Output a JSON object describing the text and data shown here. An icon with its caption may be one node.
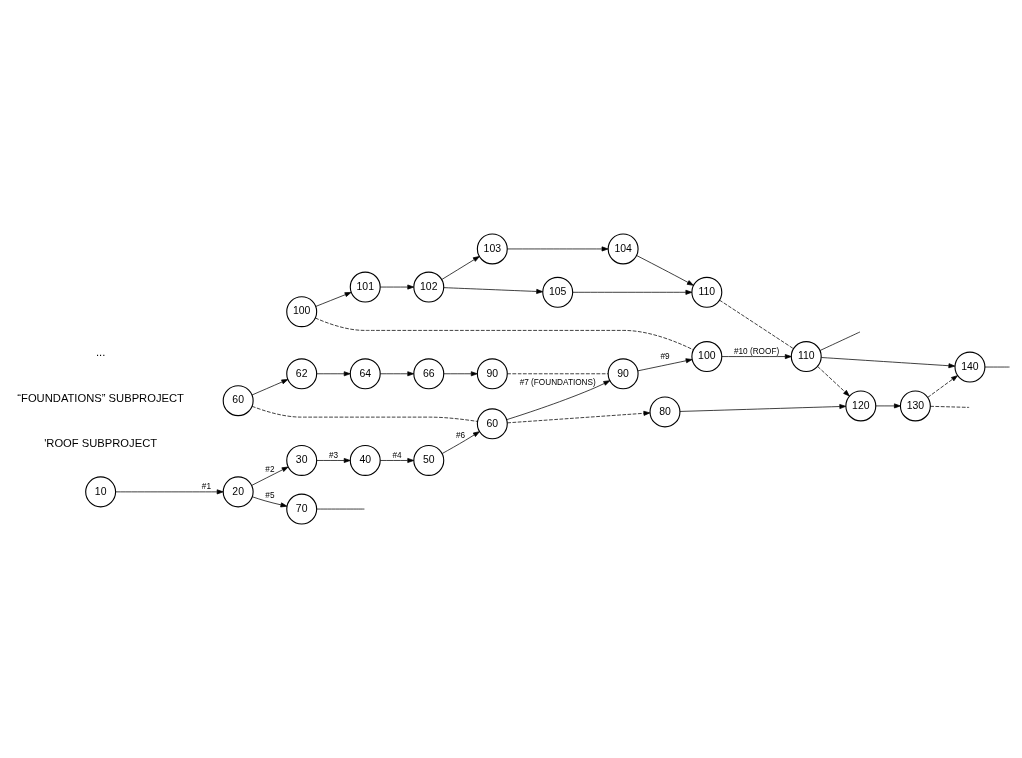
{
  "diagram": {
    "nodes": [
      {
        "text": [
          "100"
        ]
      },
      {
        "text": [
          "101"
        ]
      },
      {
        "text": [
          "102"
        ]
      },
      {
        "text": [
          "103"
        ]
      },
      {
        "text": [
          "104"
        ]
      },
      {
        "text": [
          "110"
        ]
      },
      {
        "text": [
          "105"
        ]
      },
      {
        "text": [
          "90"
        ]
      },
      {
        "text": [
          "66"
        ]
      },
      {
        "text": [
          "64"
        ]
      },
      {
        "text": [
          "62"
        ]
      },
      {
        "text": [
          "60"
        ]
      },
      {
        "text": [
          "100"
        ]
      },
      {
        "text": [
          "110"
        ]
      },
      {
        "text": [
          "140"
        ]
      },
      {
        "text": [
          "90"
        ]
      },
      {
        "text": [
          "10"
        ]
      },
      {
        "text": [
          "20"
        ]
      },
      {
        "text": [
          "30"
        ]
      },
      {
        "text": [
          "40"
        ]
      },
      {
        "text": [
          "50"
        ]
      },
      {
        "text": [
          "60"
        ]
      },
      {
        "text": [
          "80"
        ]
      },
      {
        "text": [
          "120"
        ]
      },
      {
        "text": [
          "130"
        ]
      },
      {
        "text": [
          "70"
        ]
      }
    ],
    "edges": [
      {
        "from": 0,
        "to": 1,
        "arrow": "to"
      },
      {
        "from": 1,
        "to": 2,
        "arrow": "to"
      },
      {
        "from": 2,
        "to": 3,
        "arrow": "to"
      },
      {
        "from": 3,
        "to": 4,
        "arrow": "to"
      },
      {
        "from": 4,
        "to": 5,
        "arrow": "to"
      },
      {
        "from": 2,
        "to": 6,
        "arrow": "to"
      },
      {
        "from": 6,
        "to": 5,
        "arrow": "to"
      },
      {
        "from": 11,
        "to": 10,
        "arrow": "to"
      },
      {
        "from": 10,
        "to": 9,
        "arrow": "to"
      },
      {
        "from": 9,
        "to": 8,
        "arrow": "to"
      },
      {
        "from": 8,
        "to": 7,
        "arrow": "to"
      },
      {
        "from": 0,
        "to": 12,
        "arrow": "none",
        "style": "dashed"
      },
      {
        "from": 5,
        "to": 13,
        "arrow": "none",
        "style": "dashed"
      },
      {
        "from": 7,
        "to": 15,
        "arrow": "none",
        "style": "dashed"
      },
      {
        "from": 11,
        "to": 21,
        "arrow": "none",
        "style": "dashed"
      },
      {
        "from": 16,
        "to": 17,
        "arrow": "to",
        "label": "#1"
      },
      {
        "from": 17,
        "to": 18,
        "arrow": "to",
        "label": "#2"
      },
      {
        "from": 18,
        "to": 19,
        "arrow": "to",
        "label": "#3"
      },
      {
        "from": 19,
        "to": 20,
        "arrow": "to",
        "label": "#4"
      },
      {
        "from": 20,
        "to": 21,
        "arrow": "to",
        "label": "#6"
      },
      {
        "from": 21,
        "to": 15,
        "arrow": "to",
        "label": "#7 (FOUNDATIONS)"
      },
      {
        "from": 15,
        "to": 12,
        "arrow": "to",
        "label": "#9"
      },
      {
        "from": 12,
        "to": 13,
        "arrow": "to",
        "label": "#10 (ROOF)"
      },
      {
        "from": 21,
        "to": 22,
        "arrow": "to",
        "style": "dashed"
      },
      {
        "from": 22,
        "to": 23,
        "arrow": "to"
      },
      {
        "from": 23,
        "to": 24,
        "arrow": "to"
      },
      {
        "from": 13,
        "to": 23,
        "arrow": "to",
        "style": "dashed"
      },
      {
        "from": 24,
        "to": 14,
        "arrow": "to",
        "style": "dashed"
      },
      {
        "from": 13,
        "to": 14,
        "arrow": "to"
      },
      {
        "from": 13,
        "to": null,
        "arrow": "none"
      },
      {
        "from": 14,
        "to": null,
        "arrow": "none"
      },
      {
        "from": 24,
        "to": null,
        "arrow": "none",
        "style": "dashed"
      },
      {
        "from": 17,
        "to": 25,
        "arrow": "to",
        "label": "#5"
      },
      {
        "from": 25,
        "to": null,
        "arrow": "none"
      }
    ],
    "labels": [
      "'ROOF SUBPROJECT",
      "“FOUNDATIONS” SUBPROJECT",
      "..."
    ]
  }
}
